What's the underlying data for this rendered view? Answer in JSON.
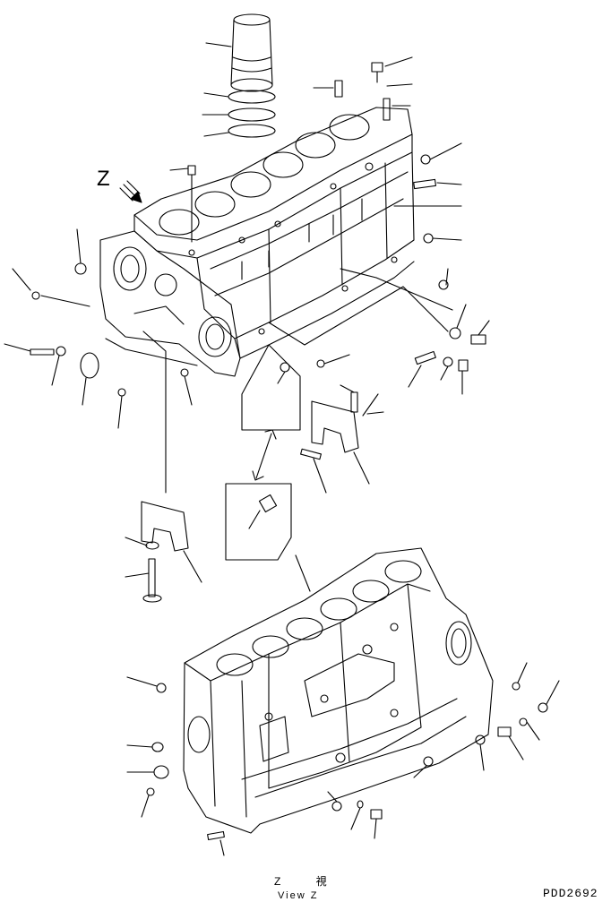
{
  "view_letter": "Z",
  "view_caption_jp": "Z 視",
  "view_caption_en": "View Z",
  "drawing_code": "PDD2692",
  "colors": {
    "ink": "#000000",
    "paper": "#ffffff"
  }
}
